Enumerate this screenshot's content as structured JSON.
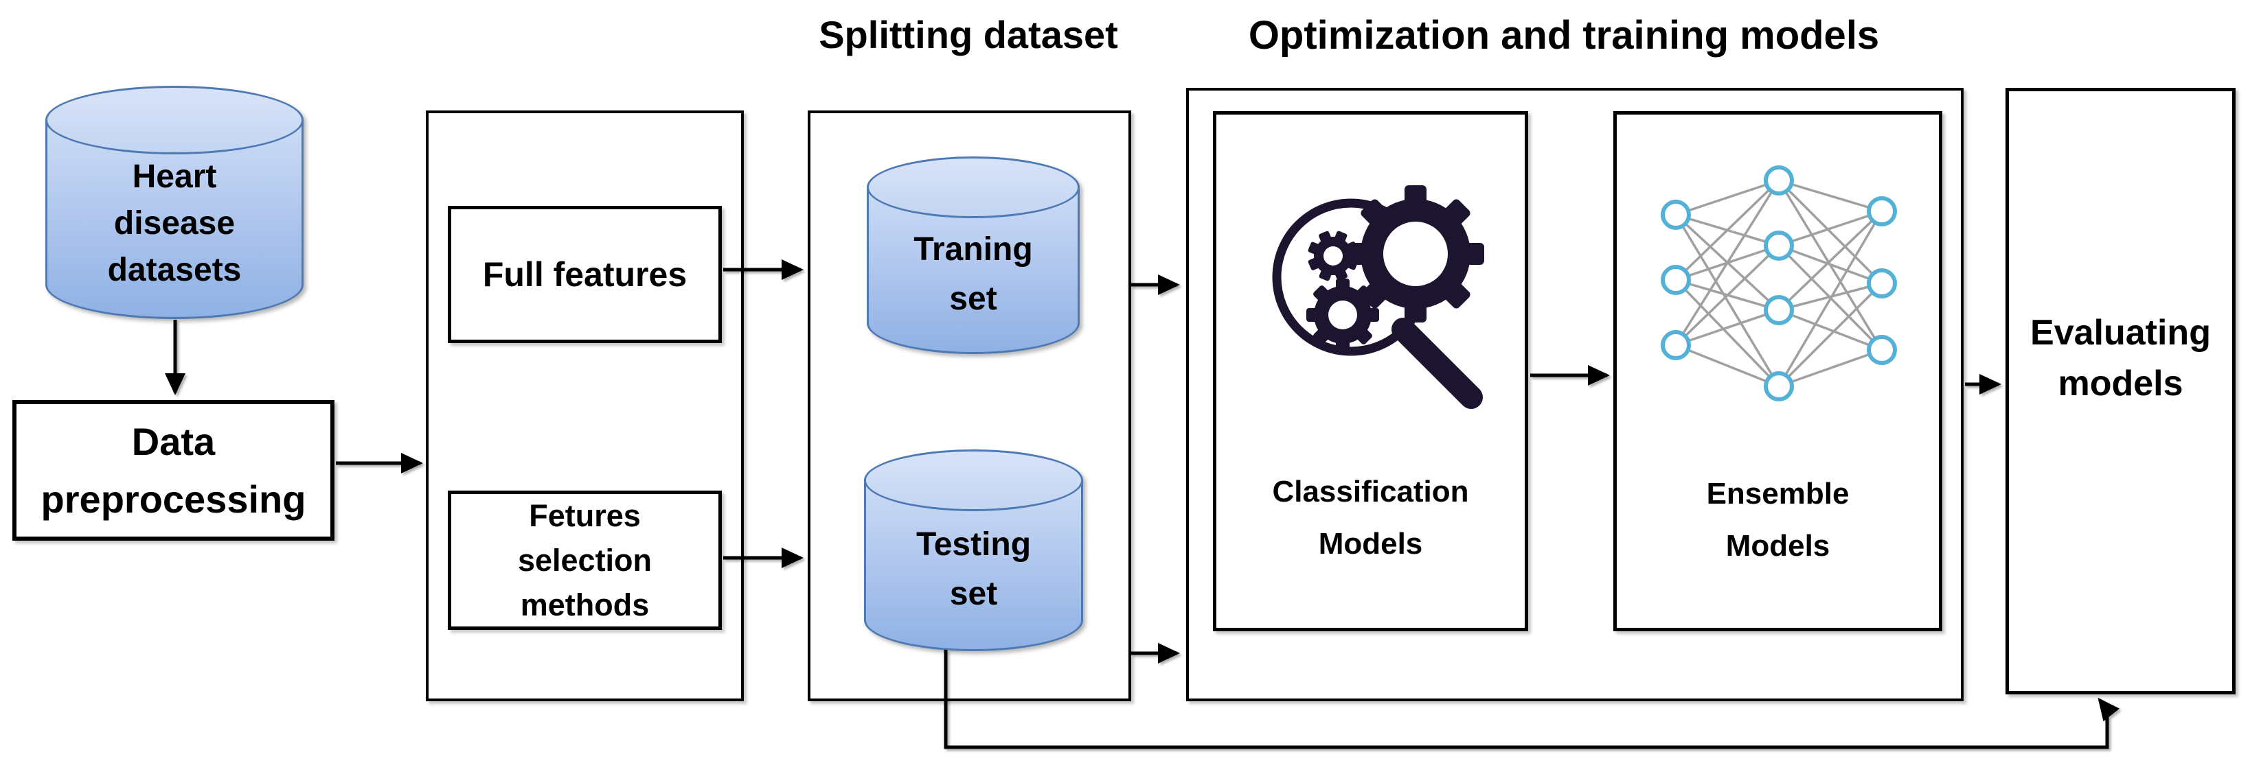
{
  "section_titles": {
    "splitting": "Splitting dataset",
    "optimization": "Optimization and training models"
  },
  "labels": {
    "heart_db": [
      "Heart",
      "disease",
      "datasets"
    ],
    "preprocessing": [
      "Data",
      "preprocessing"
    ],
    "full_features": "Full features",
    "feature_selection": [
      "Fetures",
      "selection",
      "methods"
    ],
    "training_set": [
      "Traning",
      "set"
    ],
    "testing_set": [
      "Testing",
      "set"
    ],
    "classification": [
      "Classification",
      "Models"
    ],
    "ensemble": [
      "Ensemble",
      "Models"
    ],
    "evaluating": [
      "Evaluating",
      "models"
    ]
  },
  "icons": {
    "classification": "gears-magnifier-search-icon",
    "ensemble": "neural-network-icon",
    "datasets": "database-cylinder-icon"
  },
  "colors": {
    "background": "#ffffff",
    "line": "#000000",
    "text": "#000000",
    "cylinder_border": "#4d79b4",
    "cylinder_top_light": "#d8e3f8",
    "cylinder_top_dark": "#c3d5f2",
    "cylinder_body_light": "#ccdcf6",
    "cylinder_body_mid": "#b2c8ee",
    "cylinder_body_dark": "#8fb1e4",
    "classification_icon": "#1d1430",
    "nn_node": "#53b1d8",
    "nn_link": "#a0a0a0"
  }
}
